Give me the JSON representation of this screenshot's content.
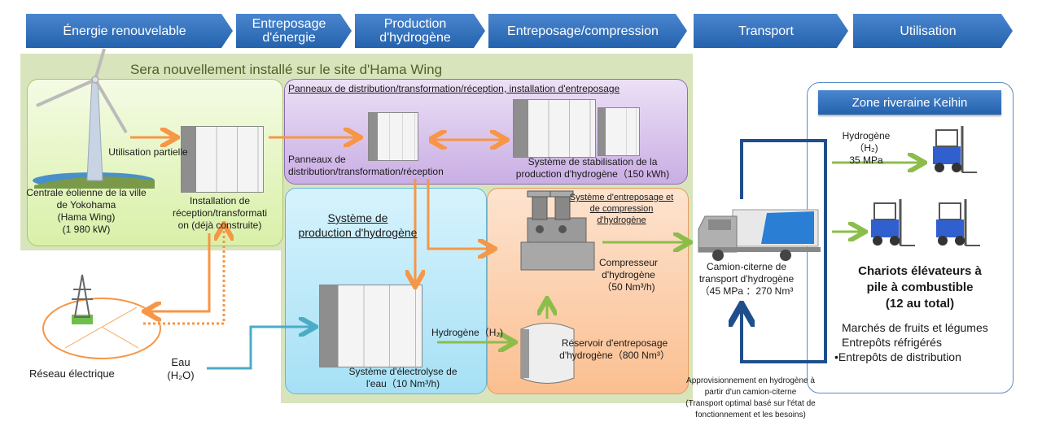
{
  "stages": [
    {
      "label": "Énergie renouvelable"
    },
    {
      "label": "Entreposage d'énergie"
    },
    {
      "label": "Production d'hydrogène"
    },
    {
      "label": "Entreposage/compression"
    },
    {
      "label": "Transport"
    },
    {
      "label": "Utilisation"
    }
  ],
  "site": {
    "title": "Sera nouvellement installé sur le site d'Hama Wing"
  },
  "wind": {
    "name_line1": "Centrale éolienne de la ville",
    "name_line2": "de Yokohama",
    "name_line3": "(Hama Wing)",
    "name_line4": "(1 980 kW)",
    "partial_use": "Utilisation partielle",
    "reception_line1": "Installation de",
    "reception_line2": "réception/transformati",
    "reception_line3": "on (déjà construite)"
  },
  "panels": {
    "title": "Panneaux de distribution/transformation/réception, installation d'entreposage",
    "dist_line1": "Panneaux de",
    "dist_line2": "distribution/transformation/réception",
    "stab_line1": "Système de stabilisation  de la",
    "stab_line2": "production d'hydrogène（150 kWh)"
  },
  "electrolysis": {
    "title_line1": "Système de",
    "title_line2": "production d'hydrogène",
    "unit_line1": "Système d'électrolyse de",
    "unit_line2": "l'eau（10 Nm³/h)",
    "hydrogen_label": "Hydrogène（H₂)"
  },
  "compression": {
    "title_line1": "Système d'entreposage et",
    "title_line2": "de compression",
    "title_line3": "d'hydrogène",
    "comp_line1": "Compresseur",
    "comp_line2": "d'hydrogène",
    "comp_line3": "（50 Nm³/h)",
    "tank_line1": "Réservoir d'entreposage",
    "tank_line2": "d'hydrogène（800 Nm³）"
  },
  "grid": {
    "label": "Réseau électrique",
    "water_line1": "Eau",
    "water_line2": "(H₂O)"
  },
  "transport": {
    "truck_line1": "Camion-citerne de",
    "truck_line2": "transport d'hydrogène",
    "truck_line3": "（45 MPa ：270 Nm³",
    "supply_line1": "Approvisionnement en hydrogène à",
    "supply_line2": "partir d'un camion-citerne",
    "supply_line3": "(Transport optimal basé sur l'état de",
    "supply_line4": "fonctionnement et les besoins)"
  },
  "keihin": {
    "title": "Zone riveraine Keihin",
    "h2_line1": "Hydrogène（H₂)",
    "h2_line2": "35 MPa",
    "forklift_line1": "Chariots élévateurs à",
    "forklift_line2": "pile à combustible",
    "forklift_line3": "(12 au total)",
    "site1": "Marchés de fruits et légumes",
    "site2": "Entrepôts réfrigérés",
    "site3": "•Entrepôts de distribution"
  },
  "colors": {
    "stage_blue": "#2f6fb8",
    "power_orange": "#f79646",
    "hydrogen_green": "#8cbd4b",
    "water_blue": "#4bacc6",
    "transport_navy": "#1f4e8c"
  }
}
